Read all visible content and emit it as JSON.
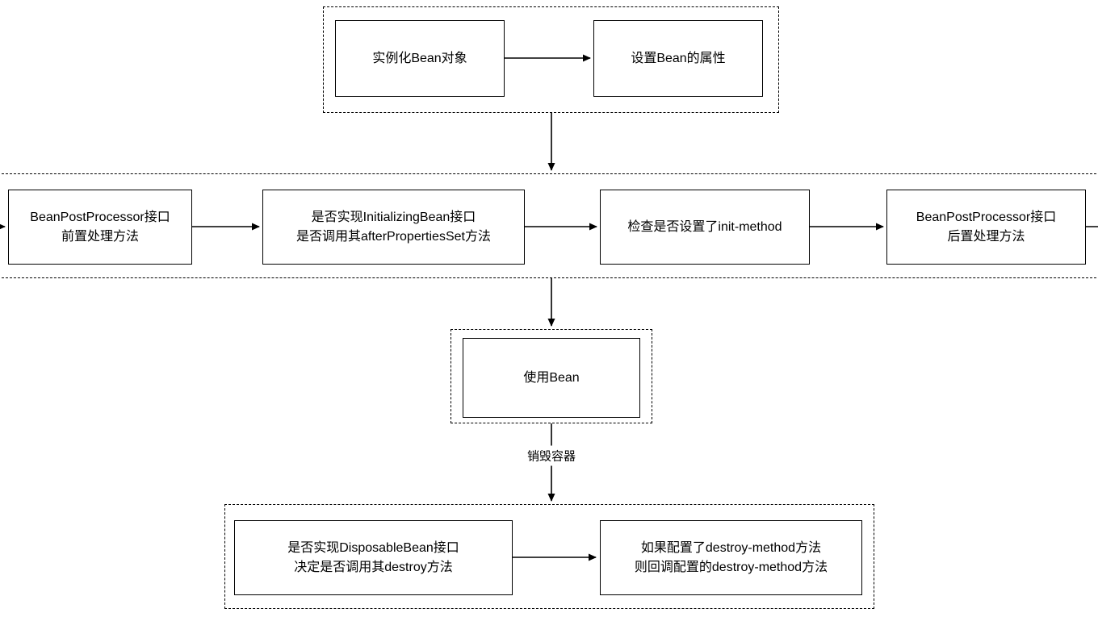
{
  "diagram": {
    "title_semantic": "Spring Bean lifecycle flowchart",
    "creation_group": {
      "instantiate": "实例化Bean对象",
      "set_properties": "设置Bean的属性"
    },
    "init_group": {
      "post_processor_before": "BeanPostProcessor接口\n前置处理方法",
      "initializing_bean": "是否实现InitializingBean接口\n是否调用其afterPropertiesSet方法",
      "check_init_method": "检查是否设置了init-method",
      "post_processor_after": "BeanPostProcessor接口\n后置处理方法"
    },
    "use_bean": "使用Bean",
    "destroy_arrow_label": "销毁容器",
    "destroy_group": {
      "disposable_bean": "是否实现DisposableBean接口\n决定是否调用其destroy方法",
      "destroy_method": "如果配置了destroy-method方法\n则回调配置的destroy-method方法"
    }
  }
}
